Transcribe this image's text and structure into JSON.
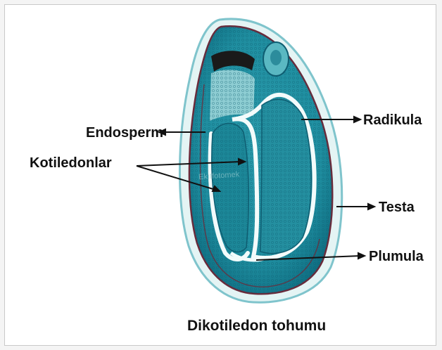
{
  "labels": {
    "endosperm": "Endosperm",
    "kotiledonlar": "Kotiledonlar",
    "radikula": "Radikula",
    "testa": "Testa",
    "plumula": "Plumula"
  },
  "caption": "Dikotiledon tohumu",
  "watermark": "Ekıtfotomek",
  "colors": {
    "tissue": "#1f8ea0",
    "tissue_light": "#4fb9c4",
    "tissue_dark": "#0f5e72",
    "seed_coat": "#6b2a3a",
    "cavity": "#f3fbfb"
  }
}
